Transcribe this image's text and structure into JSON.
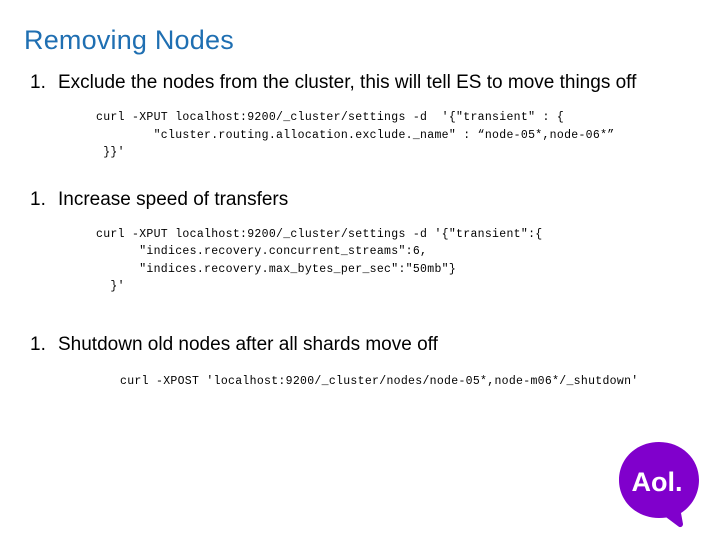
{
  "slide": {
    "title": "Removing Nodes",
    "items": [
      {
        "number": "1.",
        "text": "Exclude the nodes from the cluster, this will tell ES to move things off",
        "code": "curl -XPUT localhost:9200/_cluster/settings -d  '{\"transient\" : {\n        \"cluster.routing.allocation.exclude._name\" : “node-05*,node-06*”\n }}'"
      },
      {
        "number": "1.",
        "text": "Increase speed of transfers",
        "code": "curl -XPUT localhost:9200/_cluster/settings -d '{\"transient\":{\n      \"indices.recovery.concurrent_streams\":6,\n      \"indices.recovery.max_bytes_per_sec\":\"50mb\"}\n  }'"
      },
      {
        "number": "1.",
        "text": "Shutdown old nodes after all shards move off",
        "code": "curl -XPOST 'localhost:9200/_cluster/nodes/node-05*,node-m06*/_shutdown'"
      }
    ]
  },
  "logo": {
    "name": "Aol.",
    "wordmark": "Aol.",
    "color": "#8000CC",
    "text_color": "#FFFFFF"
  },
  "colors": {
    "title": "#1F6FB2",
    "body_text": "#000000",
    "background": "#FFFFFF",
    "brand_purple": "#8000CC"
  }
}
